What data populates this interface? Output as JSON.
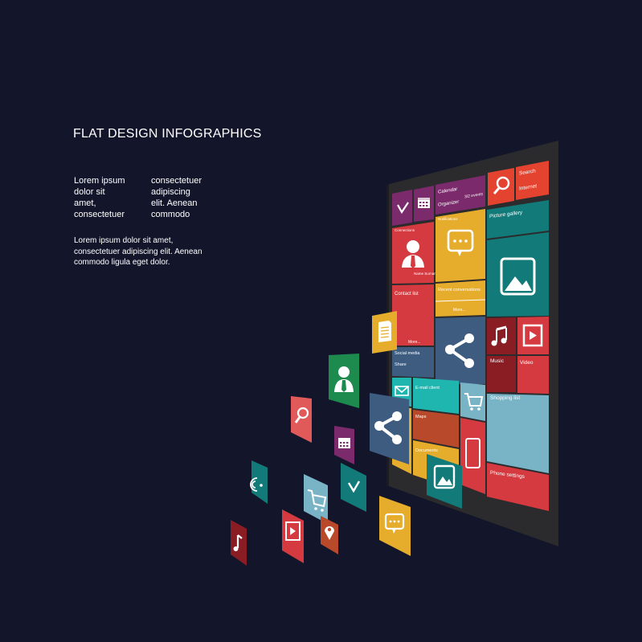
{
  "heading": "FLAT DESIGN INFOGRAPHICS",
  "columns": {
    "left": [
      "Lorem ipsum",
      "dolor sit",
      "amet,",
      "consectetuer"
    ],
    "right": [
      "consectetuer",
      "adipiscing",
      "elit. Aenean",
      "commodo"
    ]
  },
  "paragraph": [
    "Lorem ipsum dolor sit amet,",
    "consectetuer adipiscing elit. Aenean",
    "commodo ligula eget dolor."
  ],
  "tablet": {
    "tiles": {
      "calendar": "Calendar",
      "organizer": "Organizer",
      "events": "3/2 events",
      "search": "Search",
      "internet": "Internet",
      "picture_gallery": "Picture gallery",
      "connections": "Connections",
      "notifications": "Notifications",
      "name_surname": "Name Surname",
      "contact_list": "Contact list",
      "recent_conversations": "Recent conversations",
      "more_1": "More...",
      "more_2": "More...",
      "social_media": "Social media",
      "share": "Share",
      "music": "Music",
      "video": "Video",
      "email_client": "E-mail client",
      "shopping_list": "Shopping list",
      "maps": "Maps",
      "documents": "Documents",
      "phone_settings": "Phone settings"
    }
  },
  "colors": {
    "background": "#13162b",
    "purple": "#7b2a6b",
    "red": "#d43a3f",
    "orange_red": "#e3432f",
    "teal": "#127a78",
    "yellow": "#e6ac2c",
    "slate_blue": "#3d5c80",
    "dark_red": "#8a1d23",
    "cyan": "#20b6b0",
    "light_blue": "#79b4c6",
    "rust": "#b8492a"
  },
  "floating_icons": [
    "document-icon",
    "user-icon",
    "search-icon",
    "share-icon",
    "calendar-icon",
    "wifi-icon",
    "cart-icon",
    "clock-icon",
    "chat-icon",
    "music-icon",
    "video-icon",
    "location-pin-icon"
  ]
}
